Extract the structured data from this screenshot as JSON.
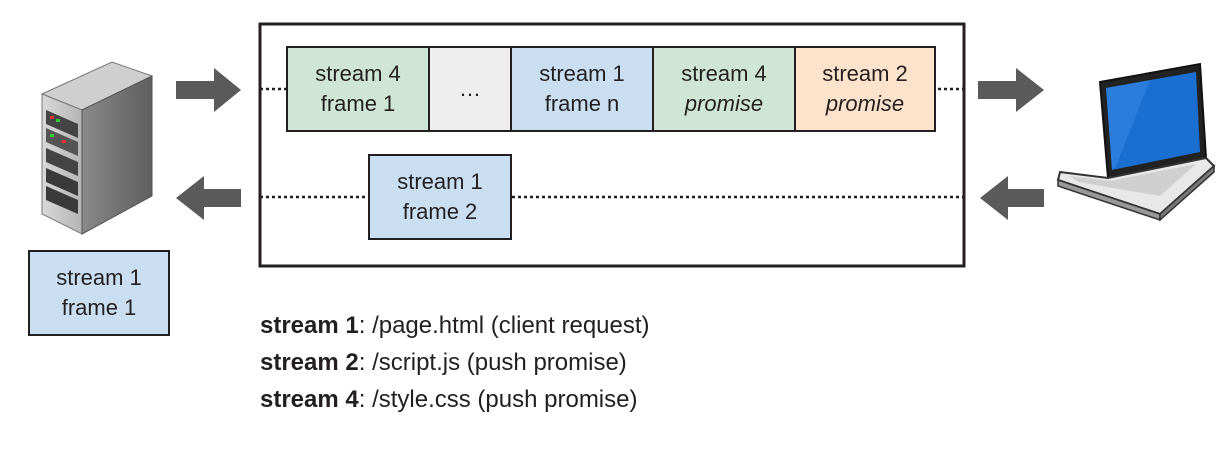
{
  "outbound_frames": [
    {
      "line1": "stream 4",
      "line2": "frame 1",
      "italic": false,
      "color": "#cfe6d7"
    },
    {
      "line1": "…",
      "line2": "",
      "italic": false,
      "color": "#eeeeee"
    },
    {
      "line1": "stream 1",
      "line2": "frame n",
      "italic": false,
      "color": "#c9dff1"
    },
    {
      "line1": "stream 4",
      "line2": "promise",
      "italic": true,
      "color": "#cfe6d7"
    },
    {
      "line1": "stream 2",
      "line2": "promise",
      "italic": true,
      "color": "#fde3cc"
    }
  ],
  "inbound_frame": {
    "line1": "stream 1",
    "line2": "frame 2"
  },
  "server_frame": {
    "line1": "stream 1",
    "line2": "frame 1"
  },
  "legend": [
    {
      "label": "stream 1",
      "desc": ": /page.html  (client request)"
    },
    {
      "label": "stream 2",
      "desc": ": /script.js  (push promise)"
    },
    {
      "label": "stream 4",
      "desc": ": /style.css  (push promise)"
    }
  ],
  "icons": {
    "server": "server-tower-icon",
    "laptop": "laptop-icon",
    "arrow_right": "arrow-right-icon",
    "arrow_left": "arrow-left-icon"
  },
  "colors": {
    "stream4": "#cfe6d7",
    "stream1": "#c9dff1",
    "stream2": "#fde3cc",
    "ellipsis": "#eeeeee",
    "arrow": "#5a5a5a"
  }
}
